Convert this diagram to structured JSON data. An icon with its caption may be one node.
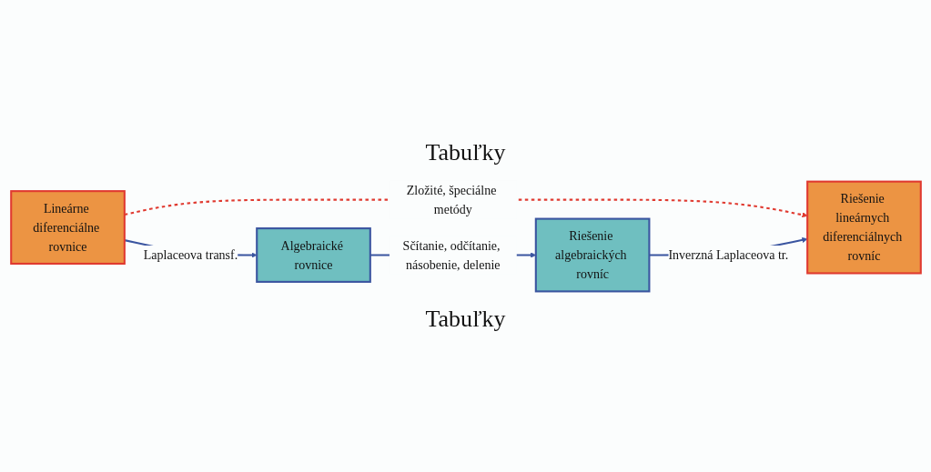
{
  "diagram": {
    "nodes": [
      {
        "text": [
          "Lineárne diferenciálne rovnice"
        ]
      },
      {
        "text": [
          "Algebraické rovnice"
        ]
      },
      {
        "text": [
          "Riešenie lineárnych diferenciálnych rovníc"
        ]
      },
      {
        "text": [
          "Riešenie algebraických rovníc"
        ]
      }
    ],
    "edges": [
      {
        "from": 0,
        "to": 1,
        "arrow": "to",
        "label": "Laplaceova transf."
      },
      {
        "from": 0,
        "to": 2,
        "arrow": "to",
        "label": "Zložité, špeciálne metódy",
        "style": "dashed",
        "color": "#e03a30"
      },
      {
        "from": 1,
        "to": 3,
        "arrow": "to",
        "label": "Sčítanie, odčítanie, násobenie, delenie"
      },
      {
        "from": 3,
        "to": 2,
        "arrow": "to",
        "label": "Inverzná Laplaceova tr."
      }
    ],
    "labels": [
      "Tabuľky",
      "Tabuľky"
    ]
  }
}
